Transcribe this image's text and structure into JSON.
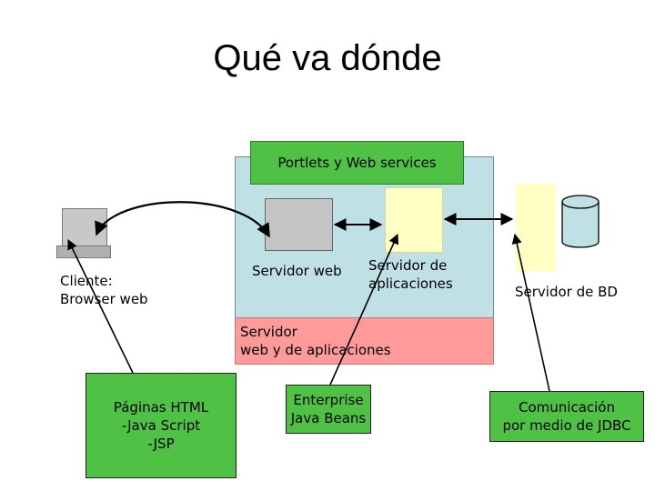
{
  "title": "Qué va dónde",
  "nodes": {
    "portlets": "Portlets y Web services",
    "client": "Cliente:\nBrowser web",
    "web_server": "Servidor web",
    "app_server": "Servidor de\naplicaciones",
    "db_server": "Servidor de BD",
    "web_app_server": "Servidor\nweb y de aplicaciones",
    "pages": "Páginas HTML\n-Java Script\n-JSP",
    "ejb": "Enterprise\nJava Beans",
    "jdbc": "Comunicación\npor medio de JDBC"
  },
  "colors": {
    "green": "#4fc246",
    "light_blue": "#bfe0e4",
    "pink": "#ff9a9a",
    "light_yellow": "#ffffc4",
    "gray": "#c4c4c4"
  }
}
